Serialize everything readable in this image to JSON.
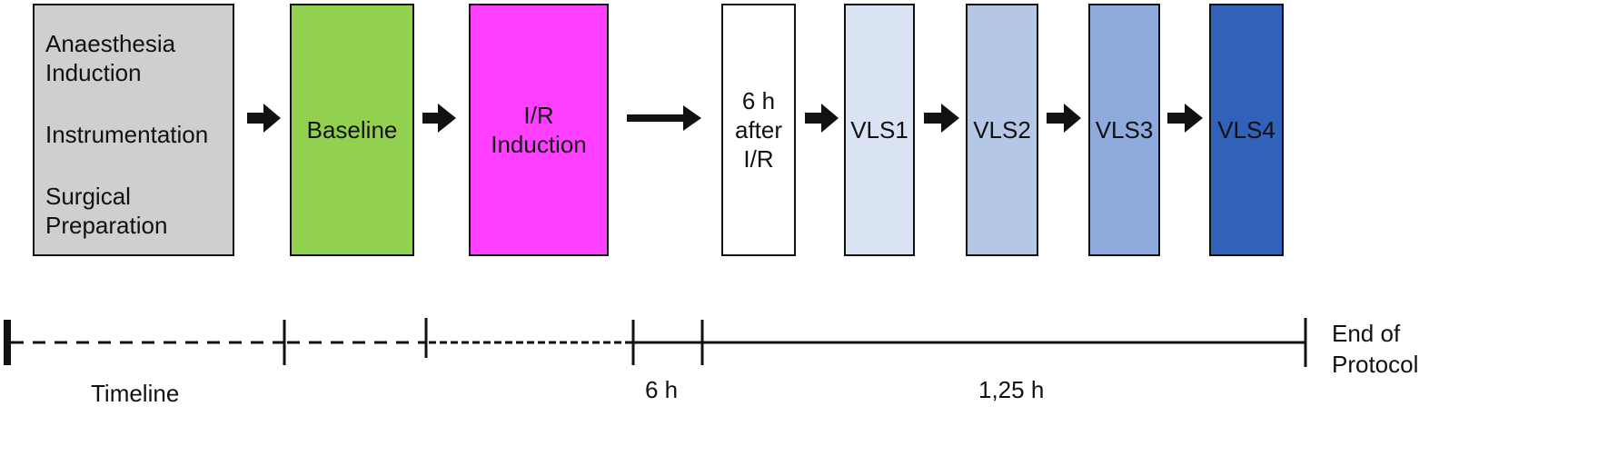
{
  "stages": {
    "prep": {
      "lines": [
        "Anaesthesia",
        "Induction",
        "Instrumentation",
        "Surgical",
        "Preparation"
      ],
      "fill": "#d0cece"
    },
    "baseline": {
      "label": "Baseline",
      "fill": "#92d050"
    },
    "ir_induction": {
      "lines": [
        "I/R",
        "Induction"
      ],
      "fill": "#ff3fff"
    },
    "after_ir": {
      "lines": [
        "6 h",
        "after",
        "I/R"
      ],
      "fill": "#ffffff"
    },
    "vls1": {
      "label": "VLS1",
      "fill": "#dae3f3"
    },
    "vls2": {
      "label": "VLS2",
      "fill": "#b4c7e7"
    },
    "vls3": {
      "label": "VLS3",
      "fill": "#8faadc"
    },
    "vls4": {
      "label": "VLS4",
      "fill": "#3161b8"
    }
  },
  "timeline": {
    "label": "Timeline",
    "duration_ir": "6 h",
    "duration_vls": "1,25 h",
    "end_lines": [
      "End of",
      "Protocol"
    ]
  },
  "colors": {
    "line": "#111111"
  },
  "icons": {
    "flow_arrow": "right-arrow-icon"
  }
}
